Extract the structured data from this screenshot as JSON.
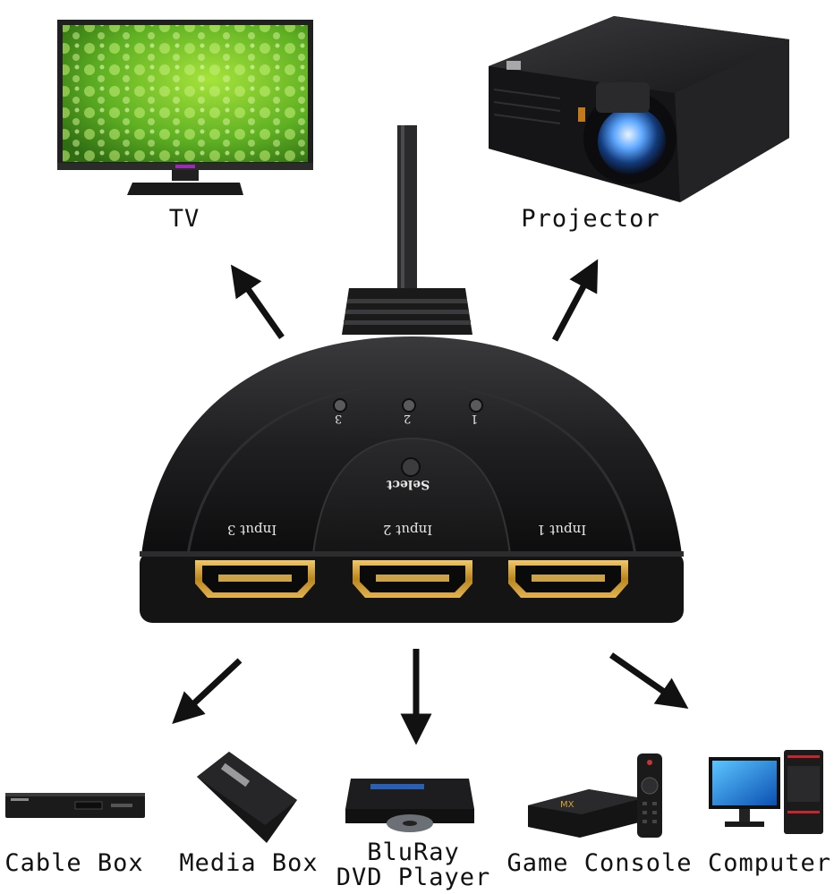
{
  "devices": {
    "outputs": {
      "tv": "TV",
      "projector": "Projector"
    },
    "inputs": {
      "cable_box": "Cable Box",
      "media_box": "Media Box",
      "bluray_line1": "BluRay",
      "bluray_line2": "DVD Player",
      "game_console": "Game Console",
      "computer": "Computer"
    }
  },
  "switch": {
    "select_label": "Select",
    "leds": [
      "3",
      "2",
      "1"
    ],
    "ports": [
      "Input 3",
      "Input 2",
      "Input 1"
    ]
  },
  "colors": {
    "switch_body": "#1d1d1f",
    "gold_port": "#c99a2e",
    "tv_screen": "#6dbd2a",
    "arrow": "#111111"
  }
}
